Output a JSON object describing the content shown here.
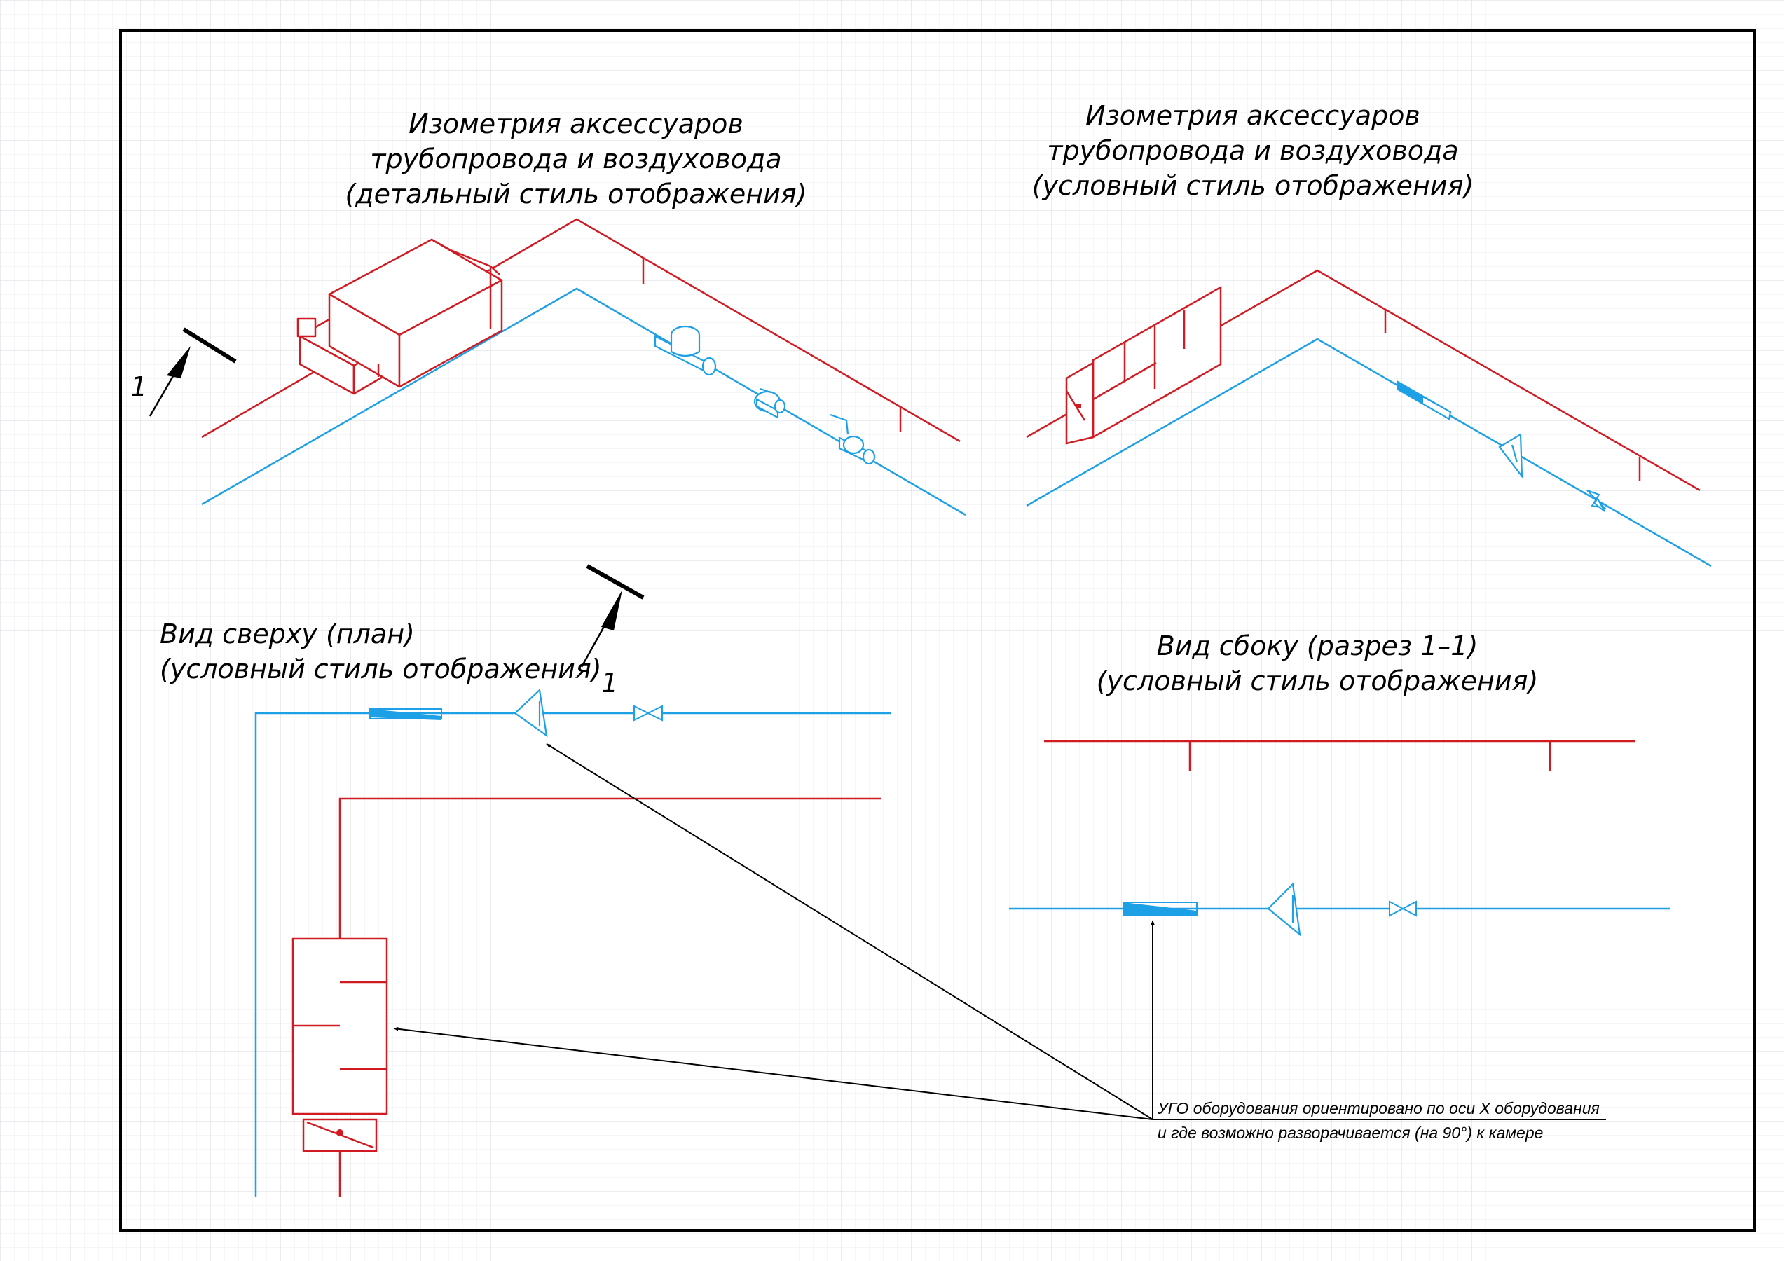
{
  "colors": {
    "background": "#ffffff",
    "grid": "#e4e7ec",
    "frame": "#000000",
    "duct_red": "#d01b22",
    "pipe_blue": "#1ea0e6",
    "text": "#000000"
  },
  "titles": {
    "iso_detail": [
      "Изометрия аксессуаров",
      "трубопровода и воздуховода",
      "(детальный стиль отображения)"
    ],
    "iso_symbolic": [
      "Изометрия аксессуаров",
      "трубопровода и воздуховода",
      "(условный стиль отображения)"
    ],
    "plan": [
      "Вид сверху (план)",
      "(условный стиль отображения)"
    ],
    "side": [
      "Вид сбоку (разрез 1–1)",
      "(условный стиль отображения)"
    ]
  },
  "section_marks": {
    "top_left": "1",
    "plan": "1"
  },
  "note": {
    "line1": "УГО оборудования ориентировано по оси X оборудования",
    "line2": "и где возможно разворачивается (на 90°) к камере"
  }
}
